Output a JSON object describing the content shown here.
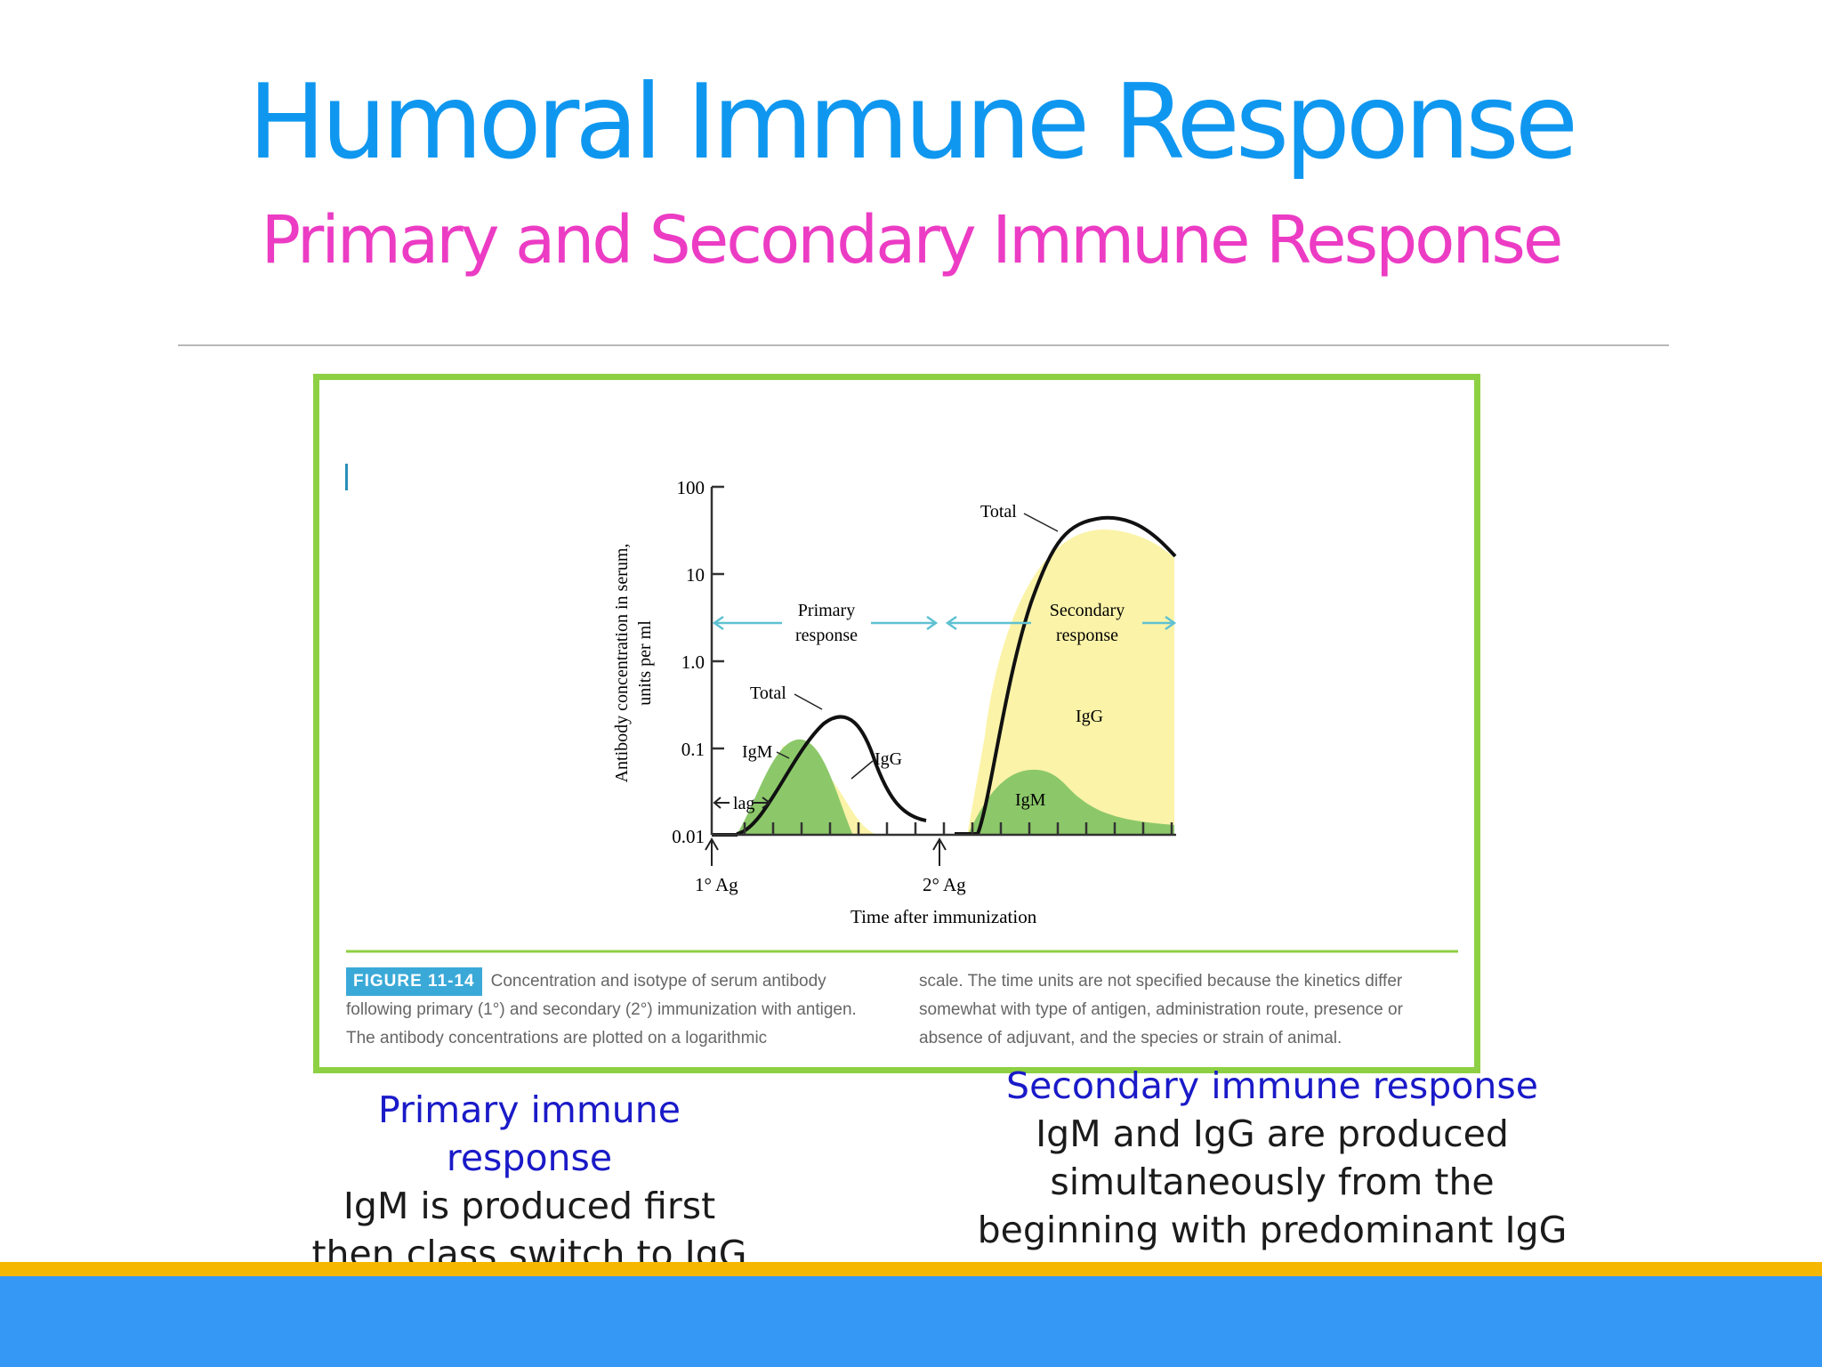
{
  "slide": {
    "title": "Humoral Immune Response",
    "subtitle": "Primary and Secondary Immune Response"
  },
  "figure": {
    "y_axis_label_line1": "Antibody concentration in serum,",
    "y_axis_label_line2": "units per ml",
    "y_ticks": [
      "100",
      "10",
      "1.0",
      "0.1",
      "0.01"
    ],
    "x_axis_label": "Time after immunization",
    "marker_1": "1° Ag",
    "marker_2": "2° Ag",
    "lag_label": "lag",
    "primary": {
      "range_label_line1": "Primary",
      "range_label_line2": "response",
      "total_label": "Total",
      "igm_label": "IgM",
      "igg_label": "IgG"
    },
    "secondary": {
      "range_label_line1": "Secondary",
      "range_label_line2": "response",
      "total_label": "Total",
      "igg_label": "IgG",
      "igm_label": "IgM"
    },
    "colors": {
      "igm_fill": "#8cc86a",
      "igg_fill": "#fbf3a8",
      "range_arrow": "#5fc1d2",
      "frame": "#8ed043"
    },
    "caption": {
      "tag": "FIGURE 11-14",
      "left_text": "Concentration and isotype of serum antibody following primary (1°) and secondary (2°) immunization with antigen. The antibody concentrations are plotted on a logarithmic",
      "right_text": "scale. The time units are not specified because the kinetics differ somewhat with type of antigen, administration route, presence or absence of adjuvant, and the species or strain of animal."
    }
  },
  "primary_explain": {
    "heading": "Primary immune response",
    "body": "IgM is produced first then class switch to IgG"
  },
  "secondary_explain": {
    "heading": "Secondary immune response",
    "body": "IgM and IgG are produced simultaneously from the beginning with predominant IgG"
  }
}
